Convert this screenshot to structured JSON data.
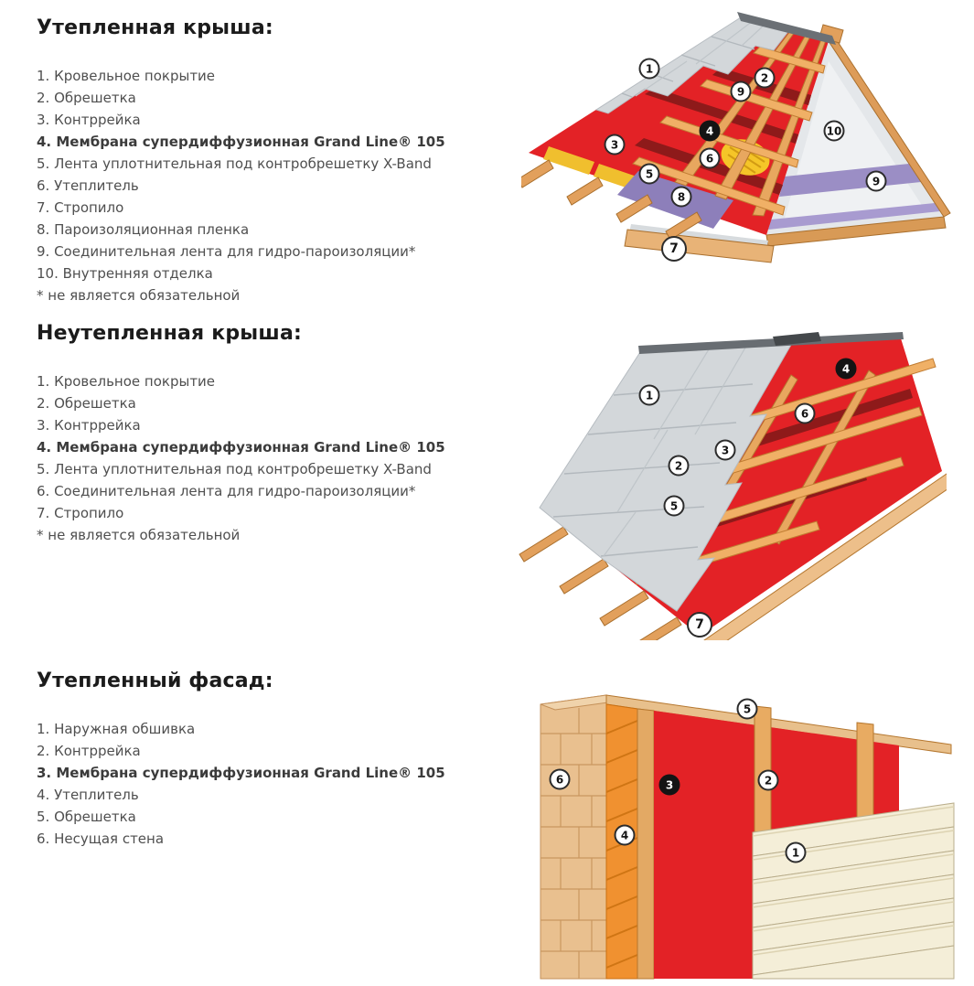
{
  "page": {
    "background": "#ffffff"
  },
  "colors": {
    "heading": "#1b1b1b",
    "body_text": "#4f4f4f",
    "membrane_red": "#e32226",
    "tape_dark_red": "#8e1a1a",
    "wood": "#e8a75f",
    "wood_light": "#f0b066",
    "insulation_yellow": "#f5c528",
    "vapor_barrier_purple": "#9b8ec5",
    "roof_tiles_gray": "#d3d7da",
    "facade_insulation_orange": "#f09130",
    "siding_cream": "#f4eed8",
    "masonry_tan": "#e9c08f",
    "callout_bg": "#ffffff",
    "callout_dark_bg": "#141414"
  },
  "sections": [
    {
      "heading": "Утепленная крыша:",
      "items": [
        {
          "text": "1. Кровельное покрытие",
          "bold": false
        },
        {
          "text": "2. Обрешетка",
          "bold": false
        },
        {
          "text": "3. Контррейка",
          "bold": false
        },
        {
          "text": "4. Мембрана супердиффузионная Grand Line® 105",
          "bold": true
        },
        {
          "text": "5. Лента уплотнительная под контробрешетку X-Band",
          "bold": false
        },
        {
          "text": "6. Утеплитель",
          "bold": false
        },
        {
          "text": "7. Стропило",
          "bold": false
        },
        {
          "text": "8. Пароизоляционная пленка",
          "bold": false
        },
        {
          "text": "9. Соединительная лента для гидро-пароизоляции*",
          "bold": false
        },
        {
          "text": "10. Внутренняя отделка",
          "bold": false
        }
      ],
      "note": "* не является обязательной",
      "callouts": [
        {
          "n": "1"
        },
        {
          "n": "2"
        },
        {
          "n": "9"
        },
        {
          "n": "3"
        },
        {
          "n": "4"
        },
        {
          "n": "6"
        },
        {
          "n": "5"
        },
        {
          "n": "8"
        },
        {
          "n": "10"
        },
        {
          "n": "9"
        },
        {
          "n": "7"
        }
      ]
    },
    {
      "heading": "Неутепленная крыша:",
      "items": [
        {
          "text": "1. Кровельное покрытие",
          "bold": false
        },
        {
          "text": "2. Обрешетка",
          "bold": false
        },
        {
          "text": "3. Контррейка",
          "bold": false
        },
        {
          "text": "4. Мембрана супердиффузионная Grand Line® 105",
          "bold": true
        },
        {
          "text": "5. Лента уплотнительная под контробрешетку X-Band",
          "bold": false
        },
        {
          "text": "6. Соединительная лента для гидро-пароизоляции*",
          "bold": false
        },
        {
          "text": "7. Стропило",
          "bold": false
        }
      ],
      "note": "* не является обязательной",
      "callouts": [
        {
          "n": "1"
        },
        {
          "n": "4"
        },
        {
          "n": "6"
        },
        {
          "n": "3"
        },
        {
          "n": "2"
        },
        {
          "n": "5"
        },
        {
          "n": "7"
        }
      ]
    },
    {
      "heading": "Утепленный фасад:",
      "items": [
        {
          "text": "1. Наружная обшивка",
          "bold": false
        },
        {
          "text": "2. Контррейка",
          "bold": false
        },
        {
          "text": "3. Мембрана супердиффузионная Grand Line® 105",
          "bold": true
        },
        {
          "text": "4. Утеплитель",
          "bold": false
        },
        {
          "text": "5. Обрешетка",
          "bold": false
        },
        {
          "text": "6. Несущая стена",
          "bold": false
        }
      ],
      "note": "",
      "callouts": [
        {
          "n": "5"
        },
        {
          "n": "6"
        },
        {
          "n": "3"
        },
        {
          "n": "2"
        },
        {
          "n": "4"
        },
        {
          "n": "1"
        }
      ]
    }
  ]
}
